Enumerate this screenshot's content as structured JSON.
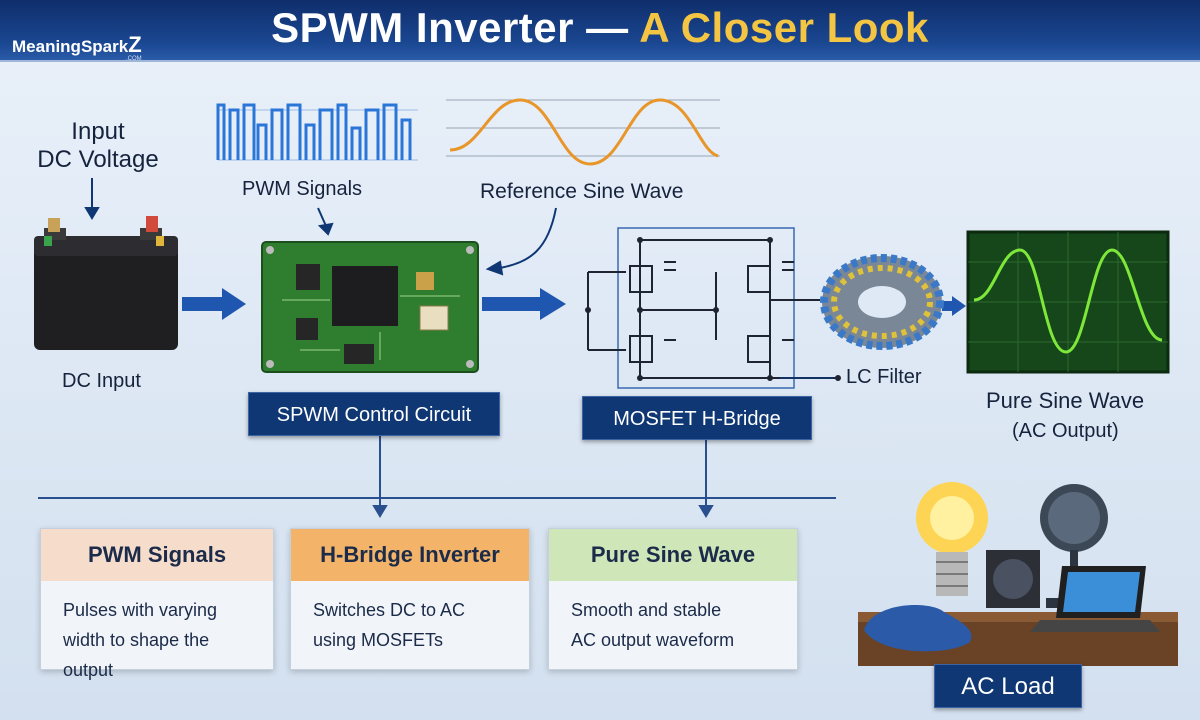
{
  "header": {
    "title_main": "SPWM Inverter — ",
    "title_accent": "A Closer Look",
    "logo": "MeaningSpark",
    "logo_z": "Z",
    "logo_sub": ".COM"
  },
  "labels": {
    "input_dc_voltage_line1": "Input",
    "input_dc_voltage_line2": "DC Voltage",
    "pwm_signals": "PWM Signals",
    "reference_sine": "Reference Sine Wave",
    "dc_input": "DC Input",
    "lc_filter": "LC Filter",
    "pure_sine_title": "Pure Sine Wave",
    "pure_sine_sub": "(AC Output)"
  },
  "blocks": {
    "spwm_control": "SPWM Control Circuit",
    "mosfet_bridge": "MOSFET H-Bridge",
    "ac_load": "AC Load"
  },
  "cards": [
    {
      "title": "PWM Signals",
      "line1": "Pulses with varying",
      "line2": "width to shape the output",
      "accent": "#f6dccb"
    },
    {
      "title": "H-Bridge Inverter",
      "line1": "Switches DC to AC",
      "line2": "using MOSFETs",
      "accent": "#f3b46a"
    },
    {
      "title": "Pure Sine Wave",
      "line1": "Smooth and stable",
      "line2": "AC output waveform",
      "accent": "#cfe6b8"
    }
  ],
  "colors": {
    "header_bg": "#1a4690",
    "title_accent": "#f4c542",
    "flow_arrow": "#1f56b0",
    "pcb_green": "#2f7d2f",
    "scope_green": "#7ee83a",
    "sine_orange": "#e8962a"
  }
}
